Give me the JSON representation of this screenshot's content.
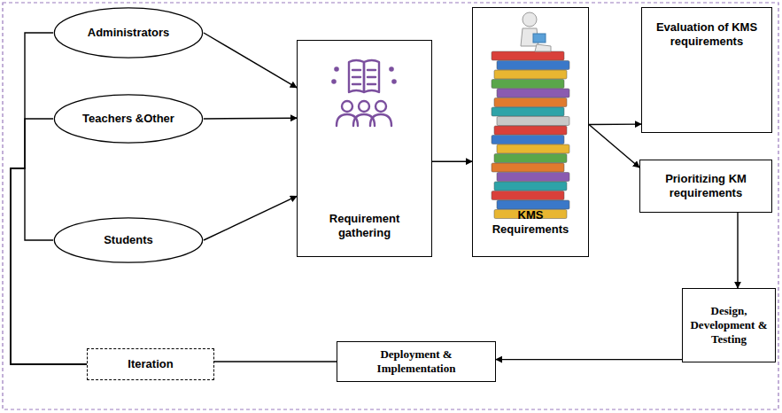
{
  "diagram": {
    "nodes": [
      {
        "text": [
          "Administrators"
        ]
      },
      {
        "text": [
          "Teachers &Other"
        ]
      },
      {
        "text": [
          "Students"
        ]
      },
      {
        "text": [
          "Requirement gathering"
        ]
      },
      {
        "text": [
          "KMS Requirements"
        ]
      },
      {
        "text": [
          "Evaluation of KMS requirements"
        ]
      },
      {
        "text": [
          "Prioritizing KM requirements"
        ]
      },
      {
        "text": [
          "Design, Development & Testing"
        ]
      },
      {
        "text": [
          "Deployment & Implementation"
        ]
      },
      {
        "text": [
          "Iteration"
        ]
      }
    ],
    "edges": [
      {
        "from": 0,
        "to": 3,
        "arrow": "to"
      },
      {
        "from": 1,
        "to": 3,
        "arrow": "to"
      },
      {
        "from": 2,
        "to": 3,
        "arrow": "to"
      },
      {
        "from": 3,
        "to": 4,
        "arrow": "to"
      },
      {
        "from": 4,
        "to": 5,
        "arrow": "to"
      },
      {
        "from": 4,
        "to": 6,
        "arrow": "to"
      },
      {
        "from": 6,
        "to": 7,
        "arrow": "to"
      },
      {
        "from": 7,
        "to": 8,
        "arrow": "to"
      },
      {
        "from": 8,
        "to": 9,
        "arrow": "none"
      },
      {
        "from": 9,
        "to": 0,
        "arrow": "none"
      },
      {
        "from": 9,
        "to": 1,
        "arrow": "none"
      },
      {
        "from": 9,
        "to": 2,
        "arrow": "none"
      }
    ]
  }
}
